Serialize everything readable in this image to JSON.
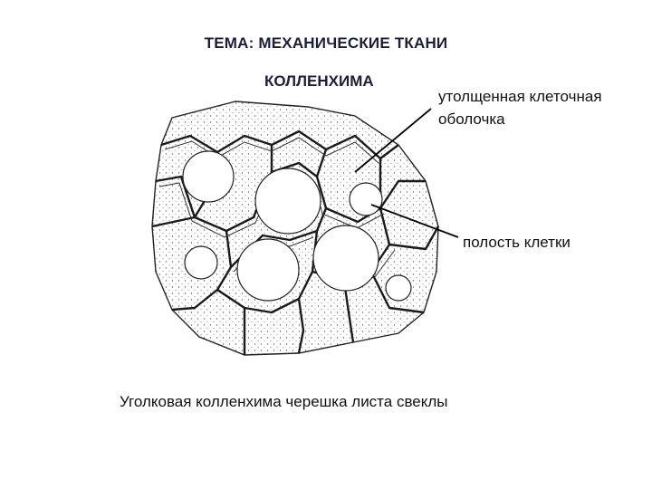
{
  "slide": {
    "title": "ТЕМА: МЕХАНИЧЕСКИЕ ТКАНИ",
    "subtitle": "КОЛЛЕНХИМА",
    "labels": {
      "wall": "утолщенная клеточная оболочка",
      "cavity": "полость клетки"
    },
    "caption": "Уголковая колленхима черешка листа свеклы"
  }
}
